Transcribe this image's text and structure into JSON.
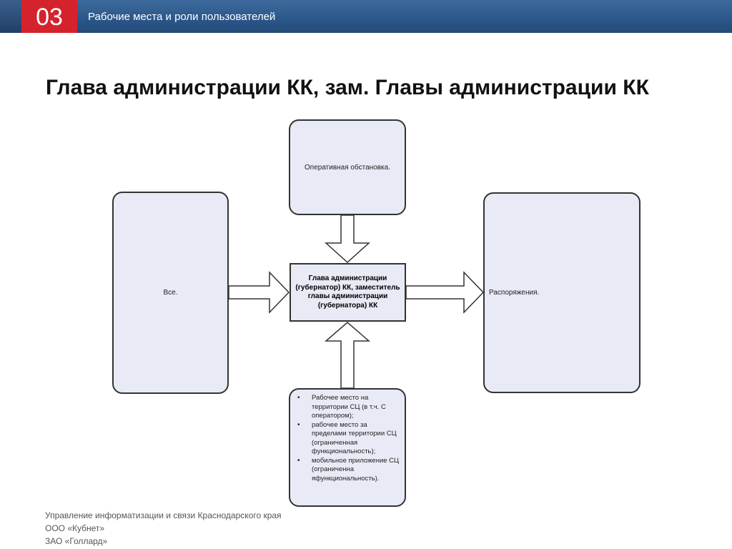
{
  "header": {
    "section_number": "03",
    "section_title": "Рабочие места и роли пользователей"
  },
  "page_title": "Глава администрации КК, зам. Главы администрации КК",
  "diagram": {
    "center": "Глава администрации (губернатор) КК, заместитель главы администрации (губернатора) КК",
    "top": "Оперативная обстановка.",
    "left": "Все.",
    "right": "Распоряжения.",
    "bottom_items": [
      "Рабочее место на территории СЦ (в т.ч. С оператором);",
      "рабочее место за пределами территории СЦ (ограниченная функциональность);",
      "мобильное приложение СЦ (ограниченна яфункциональность)."
    ]
  },
  "footer": {
    "line1": "Управление информатизации и связи Краснодарского края",
    "line2": "ООО «Кубнет»",
    "line3": "ЗАО «Голлард»"
  },
  "colors": {
    "header_blue": "#2b5689",
    "accent_red": "#d4232d",
    "box_fill": "#e8ebf5"
  }
}
